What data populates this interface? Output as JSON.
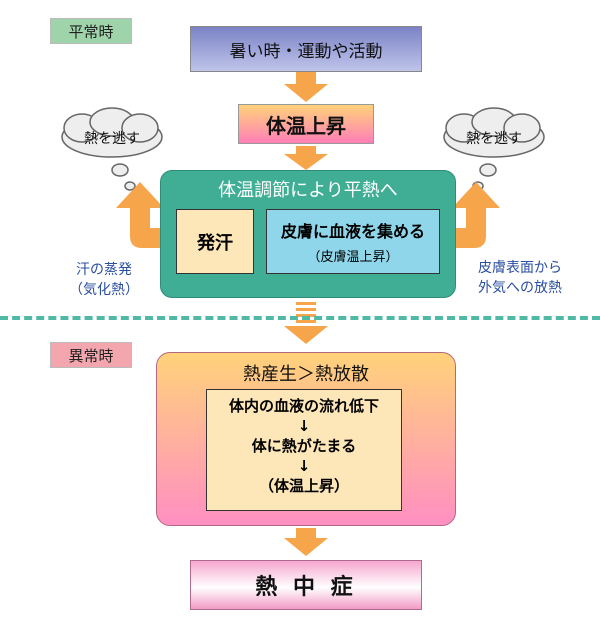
{
  "tags": {
    "normal": "平常時",
    "abnormal": "異常時"
  },
  "top": {
    "trigger": "暑い時・運動や活動",
    "rise": "体温上昇"
  },
  "regulation": {
    "title": "体温調節により平熱へ",
    "sweat": "発汗",
    "blood_main": "皮膚に血液を集める",
    "blood_sub": "（皮膚温上昇）"
  },
  "left": {
    "cloud": "熱を逃す",
    "line1": "汗の蒸発",
    "line2": "（気化熱）"
  },
  "right": {
    "cloud": "熱を逃す",
    "line1": "皮膚表面から",
    "line2": "外気への放熱"
  },
  "abnormal": {
    "title": "熱産生＞熱放散",
    "line1": "体内の血液の流れ低下",
    "arrow1": "↓",
    "line2": "体に熱がたまる",
    "arrow2": "↓",
    "line3": "（体温上昇）"
  },
  "result": "熱 中 症",
  "colors": {
    "green": "#3fae95",
    "orange": "#f7a54a",
    "blue_text": "#2a4ea2"
  }
}
